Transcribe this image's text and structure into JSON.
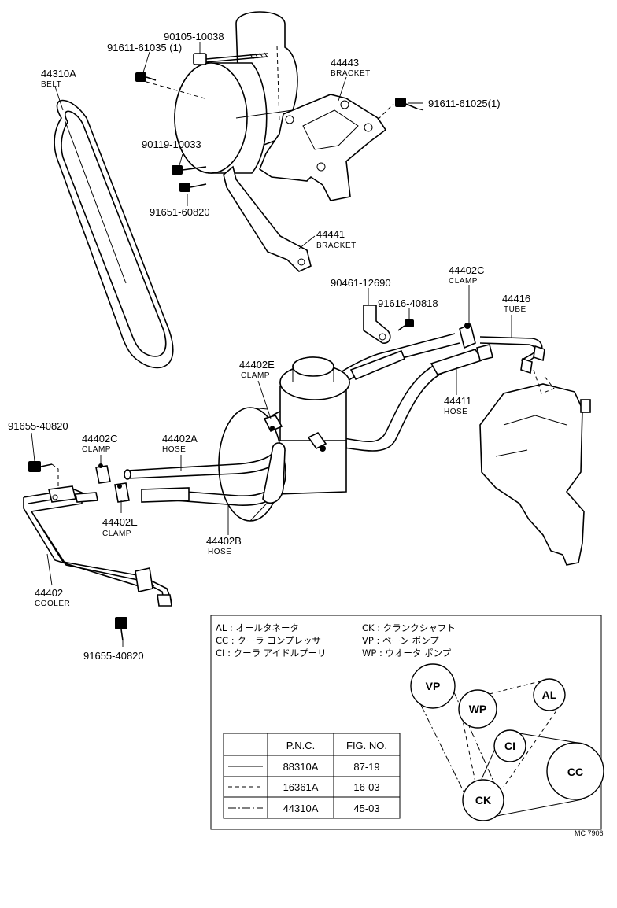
{
  "parts": {
    "bolt_top": "90105-10038",
    "bolt_top_left": "91611-61035 (1)",
    "belt_pn": "44310A",
    "belt_name": "BELT",
    "bracket_top_pn": "44443",
    "bracket_top_name": "BRACKET",
    "bolt_right": "91611-61025(1)",
    "bolt_mid": "90119-10033",
    "bolt_low": "91651-60820",
    "bracket_lower_pn": "44441",
    "bracket_lower_name": "BRACKET",
    "clip_pn": "90461-12690",
    "screw_pn": "91616-40818",
    "clamp_c_top_pn": "44402C",
    "clamp_c_top_name": "CLAMP",
    "tube_pn": "44416",
    "tube_name": "TUBE",
    "clamp_e_top_pn": "44402E",
    "clamp_e_top_name": "CLAMP",
    "hose_44411_pn": "44411",
    "hose_44411_name": "HOSE",
    "bolt_left": "91655-40820",
    "clamp_c_left_pn": "44402C",
    "clamp_c_left_name": "CLAMP",
    "hose_a_pn": "44402A",
    "hose_a_name": "HOSE",
    "clamp_e_low_pn": "44402E",
    "clamp_e_low_name": "CLAMP",
    "hose_b_pn": "44402B",
    "hose_b_name": "HOSE",
    "cooler_pn": "44402",
    "cooler_name": "COOLER",
    "bolt_bottom": "91655-40820"
  },
  "legend": {
    "al": "AL : オールタネータ",
    "cc": "CC : クーラ コンプレッサ",
    "ci": "CI : クーラ アイドルプーリ",
    "ck": "CK : クランクシャフト",
    "vp": "VP : ベーン ポンプ",
    "wp": "WP : ウオータ ポンプ"
  },
  "pulleys": {
    "vp": "VP",
    "wp": "WP",
    "al": "AL",
    "ci": "CI",
    "cc": "CC",
    "ck": "CK"
  },
  "table": {
    "col_pnc": "P.N.C.",
    "col_fig": "FIG. NO.",
    "rows": [
      {
        "pnc": "88310A",
        "fig": "87-19",
        "style": "solid"
      },
      {
        "pnc": "16361A",
        "fig": "16-03",
        "style": "dashed"
      },
      {
        "pnc": "44310A",
        "fig": "45-03",
        "style": "chain"
      }
    ]
  },
  "footer_code": "MC 7906"
}
